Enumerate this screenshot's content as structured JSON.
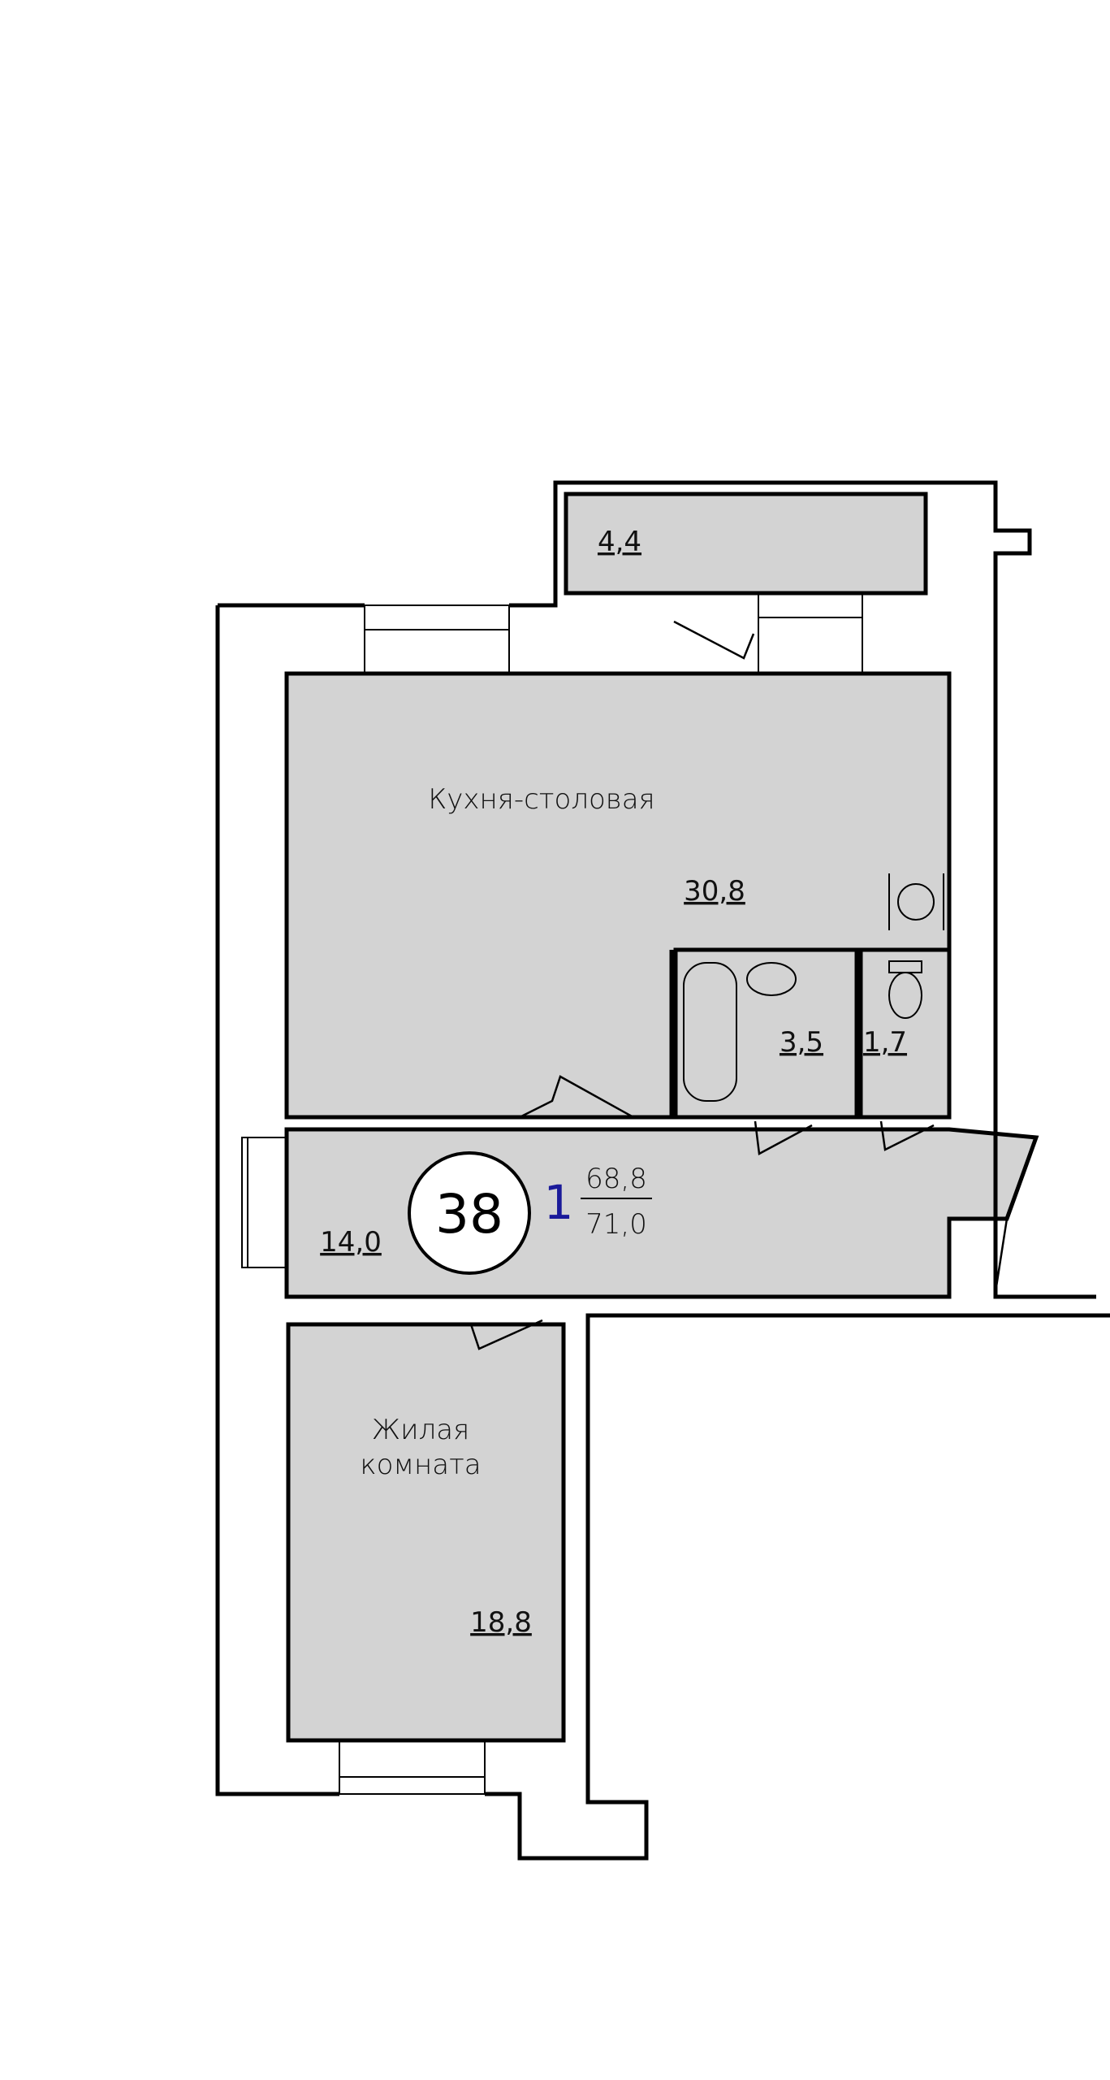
{
  "plan": {
    "apartment_number": "38",
    "rooms_count": "1",
    "living_area": "68,8",
    "total_area": "71,0",
    "rooms": [
      {
        "name": "Кухня-столовая",
        "area": "30,8"
      },
      {
        "name": "Жилая",
        "name2": "комната",
        "area": "18,8"
      },
      {
        "name": "",
        "area": "14,0"
      },
      {
        "name": "",
        "area": "4,4"
      },
      {
        "name": "",
        "area": "3,5"
      },
      {
        "name": "",
        "area": "1,7"
      }
    ],
    "colors": {
      "room_fill": "#d3d3d3",
      "rooms_count": "#1a1a9a"
    }
  }
}
